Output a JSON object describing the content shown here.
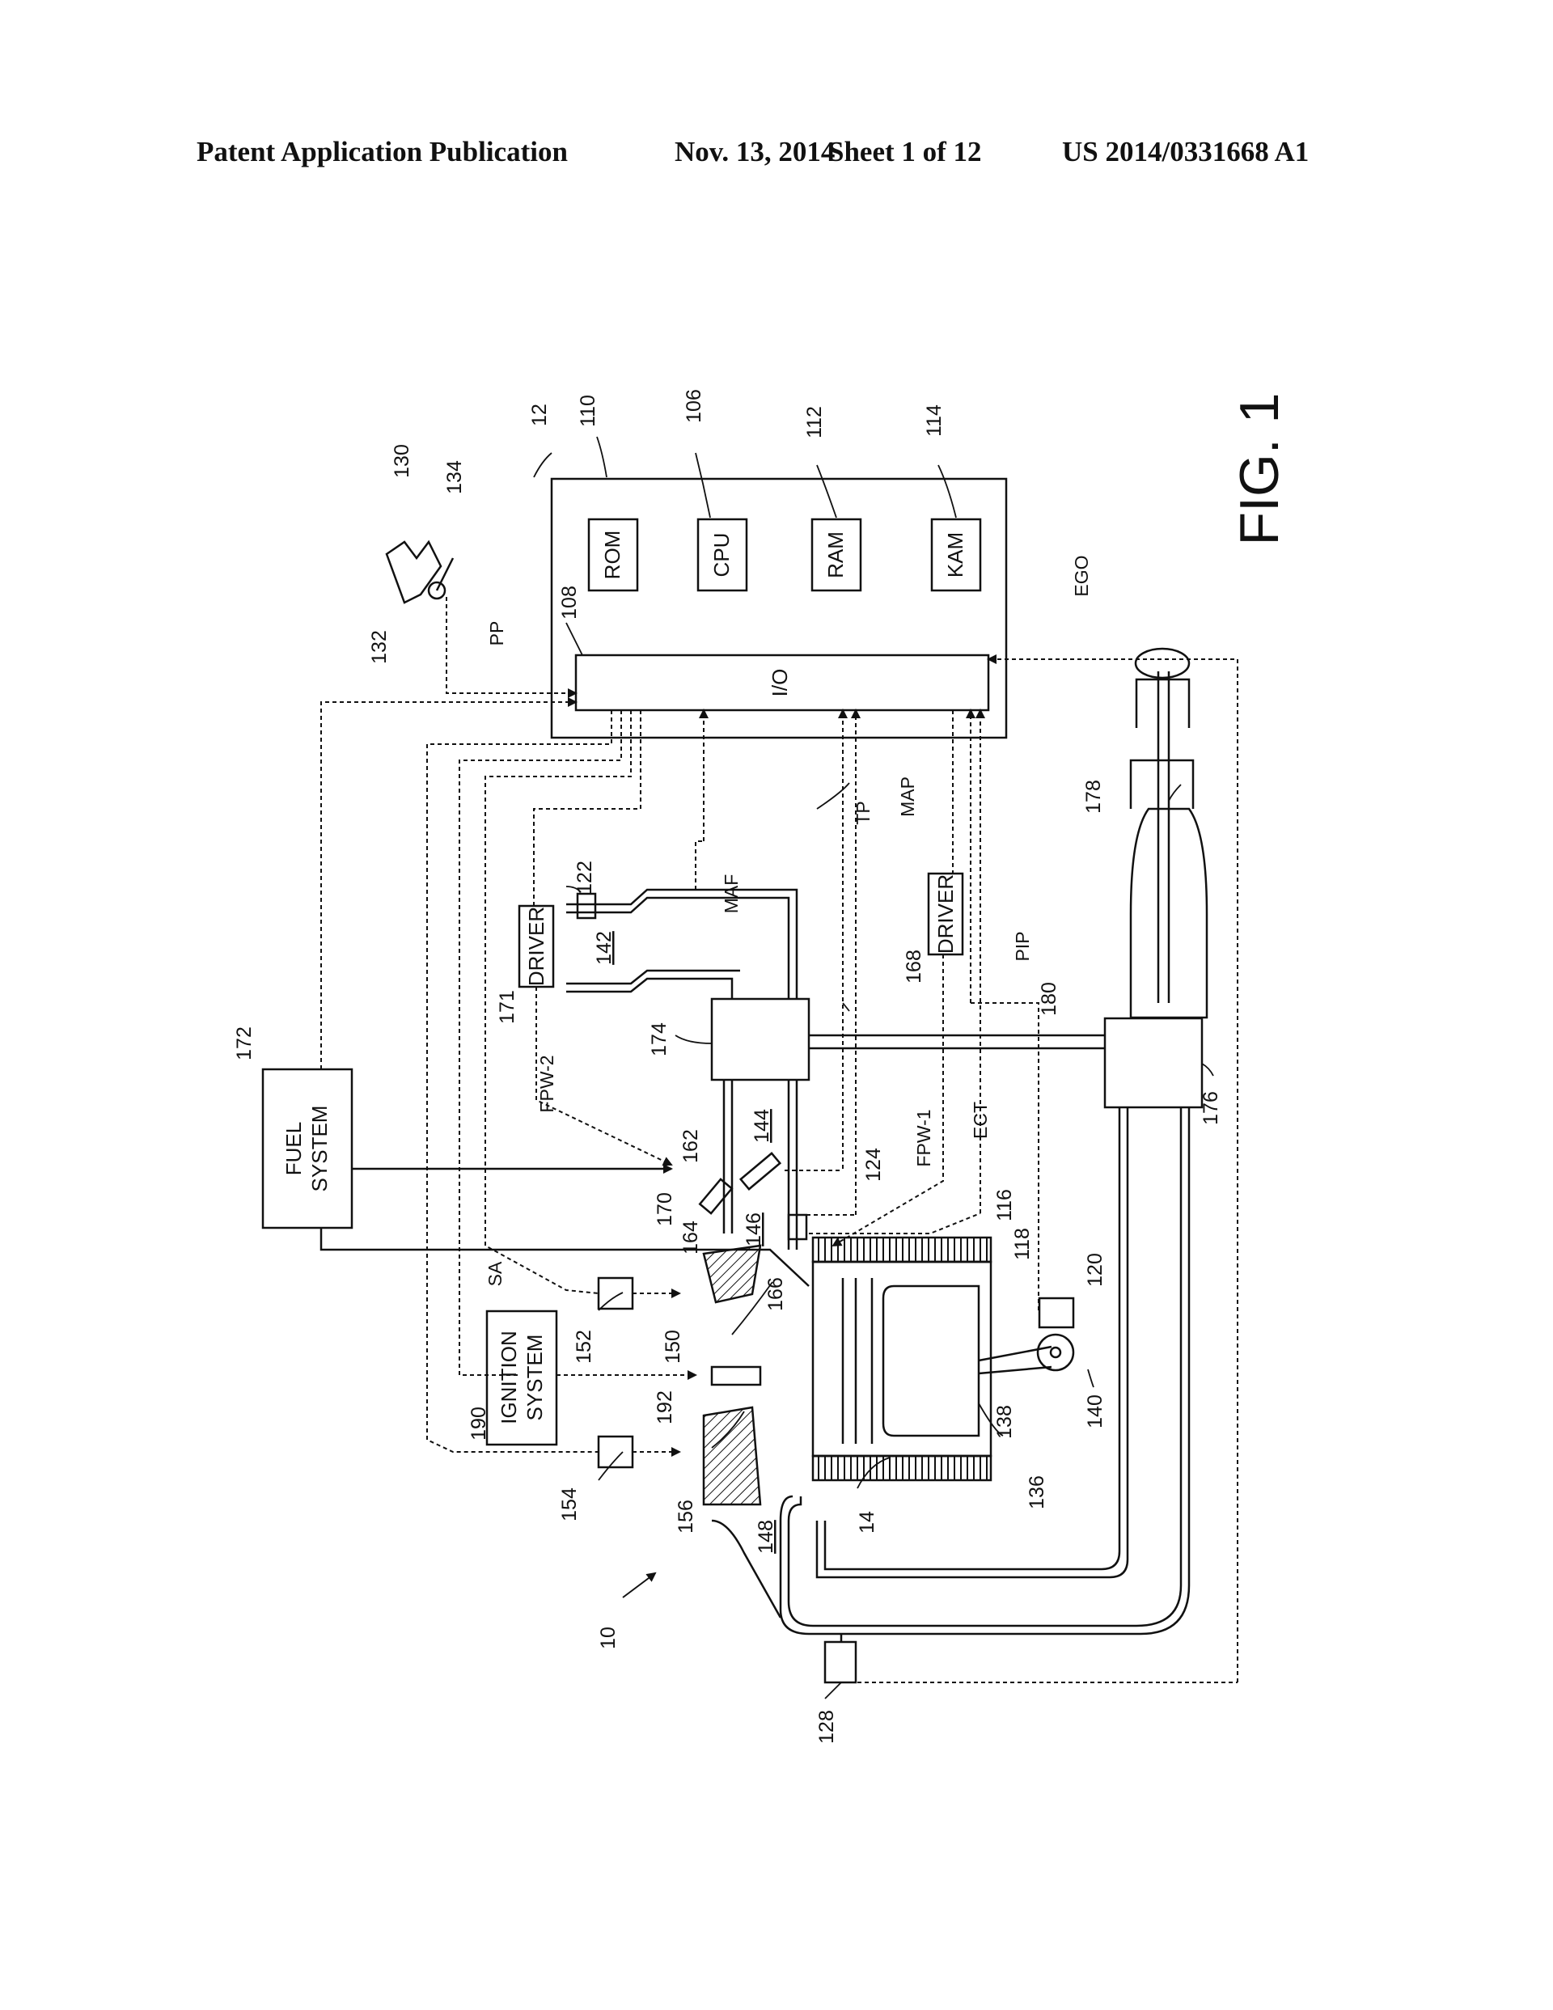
{
  "header": {
    "publication": "Patent Application Publication",
    "date": "Nov. 13, 2014",
    "sheet": "Sheet 1 of 12",
    "number": "US 2014/0331668 A1"
  },
  "figure": {
    "label": "FIG. 1",
    "components": {
      "rom": "ROM",
      "cpu": "CPU",
      "ram": "RAM",
      "kam": "KAM",
      "io": "I/O",
      "fuel_system": [
        "FUEL",
        "SYSTEM"
      ],
      "ignition_system": [
        "IGNITION",
        "SYSTEM"
      ],
      "driver_upper": "DRIVER",
      "driver_lower": "DRIVER"
    },
    "signals": {
      "pp": "PP",
      "ego": "EGO",
      "maf": "MAF",
      "tp": "TP",
      "map": "MAP",
      "pip": "PIP",
      "fpw1": "FPW-1",
      "fpw2": "FPW-2",
      "ect": "ECT",
      "sa": "SA"
    },
    "refs": {
      "r10": "10",
      "r12": "12",
      "r14": "14",
      "r106": "106",
      "r108": "108",
      "r110": "110",
      "r112": "112",
      "r114": "114",
      "r116": "116",
      "r118": "118",
      "r120": "120",
      "r122": "122",
      "r124": "124",
      "r128": "128",
      "r130": "130",
      "r132": "132",
      "r134": "134",
      "r136": "136",
      "r138": "138",
      "r140": "140",
      "r142": "142",
      "r144": "144",
      "r146": "146",
      "r148": "148",
      "r150": "150",
      "r152": "152",
      "r154": "154",
      "r156": "156",
      "r162": "162",
      "r164": "164",
      "r166": "166",
      "r168": "168",
      "r170": "170",
      "r171": "171",
      "r172": "172",
      "r174": "174",
      "r176": "176",
      "r178": "178",
      "r180": "180",
      "r190": "190",
      "r192": "192"
    }
  }
}
